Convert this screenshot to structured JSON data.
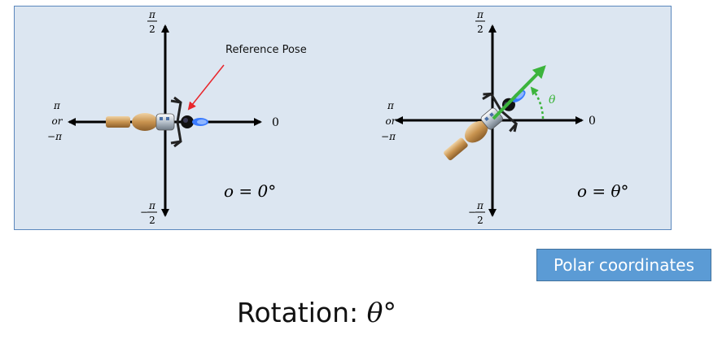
{
  "left_plot": {
    "top_label_num": "π",
    "top_label_den": "2",
    "bottom_label_sign": "−",
    "bottom_label_num": "π",
    "bottom_label_den": "2",
    "left_label_line1": "π",
    "left_label_line2": "or",
    "left_label_line3": "−π",
    "right_label": "0",
    "annotation": "Reference Pose",
    "equation": "o = 0°"
  },
  "right_plot": {
    "top_label_num": "π",
    "top_label_den": "2",
    "bottom_label_sign": "−",
    "bottom_label_num": "π",
    "bottom_label_den": "2",
    "left_label_line1": "π",
    "left_label_line2": "or",
    "left_label_line3": "−π",
    "right_label": "0",
    "angle_label": "θ",
    "equation": "o = θ°"
  },
  "badge": {
    "label": "Polar coordinates"
  },
  "caption": {
    "prefix": "Rotation: ",
    "symbol": "θ",
    "suffix": "°"
  },
  "colors": {
    "panel_bg": "#dce6f1",
    "panel_border": "#5b87bd",
    "badge_bg": "#5b9bd5",
    "arrow_red": "#e8262c",
    "arrow_green": "#3cb43c",
    "axis": "#000000"
  },
  "icons": {
    "motorcycle": "motorcycle-top-view-icon"
  }
}
